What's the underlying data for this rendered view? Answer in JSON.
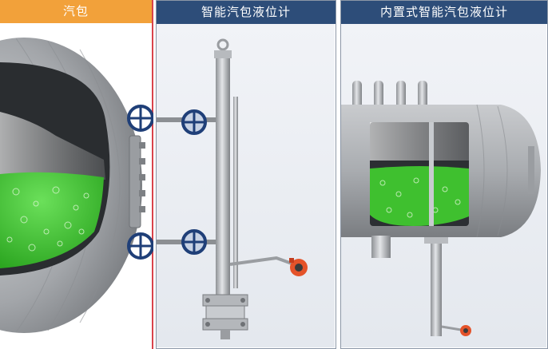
{
  "colors": {
    "drum_header": "#f2a13a",
    "panel_header": "#2d4d79",
    "panel_bg": "#edf0f5",
    "drum_border": "#d9434b",
    "water": "#3fc02f",
    "steel": "#a8abaf",
    "valve": "#1f3f78",
    "transmitter": "#e4532a"
  },
  "panels": {
    "drum": {
      "title": "汽包"
    },
    "smart_gauge": {
      "title": "智能汽包液位计"
    },
    "internal_gauge": {
      "title": "内置式智能汽包液位计"
    }
  },
  "icons": [
    "valve-handwheel-icon",
    "transmitter-icon"
  ]
}
